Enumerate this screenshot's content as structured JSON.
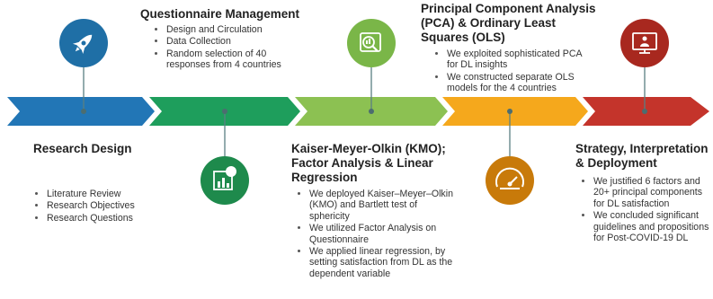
{
  "stages": [
    {
      "title": "Research Design",
      "bullets": [
        "Literature Review",
        "Research Objectives",
        "Research Questions"
      ],
      "icon": "rocket-icon",
      "color": "#2276b6"
    },
    {
      "title": "Questionnaire Management",
      "bullets": [
        "Design and Circulation",
        "Data Collection",
        "Random selection of 40 responses from 4 countries"
      ],
      "icon": "report-icon",
      "color": "#1e9e5c"
    },
    {
      "title": "Kaiser-Meyer-Olkin (KMO); Factor Analysis & Linear Regression",
      "bullets": [
        "We deployed Kaiser–Meyer–Olkin (KMO) and Bartlett test of sphericity",
        "We utilized  Factor Analysis on Questionnaire",
        "We applied linear regression, by setting satisfaction from DL as the dependent variable"
      ],
      "icon": "magnifier-chart-icon",
      "color": "#7ab648"
    },
    {
      "title": "Principal Component Analysis (PCA) & Ordinary Least Squares (OLS)",
      "bullets": [
        "We exploited sophisticated PCA for DL insights",
        "We constructed separate OLS models for the 4 countries"
      ],
      "icon": "gauge-icon",
      "color": "#f0a11a"
    },
    {
      "title": "Strategy, Interpretation & Deployment",
      "bullets": [
        "We justified 6 factors and 20+ principal components for DL satisfaction",
        "We concluded significant guidelines and propositions for Post-COVID-19 DL"
      ],
      "icon": "presentation-icon",
      "color": "#b52a24"
    }
  ],
  "colors": {
    "arrow_blue": "#2276b6",
    "arrow_green": "#1e9e5c",
    "arrow_lightgreen": "#7ab648",
    "arrow_orange": "#f0a11a",
    "arrow_red": "#b52a24",
    "connector": "#5a7f83"
  }
}
